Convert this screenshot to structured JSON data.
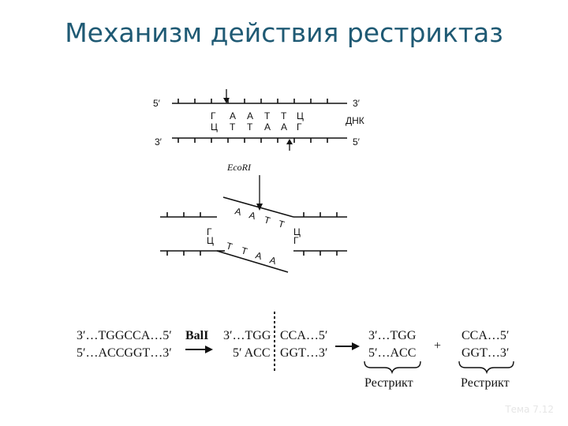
{
  "title": "Механизм действия рестриктаз",
  "dna": {
    "top_5": "5′",
    "top_3": "3′",
    "bot_3": "3′",
    "bot_5": "5′",
    "label": "ДНК",
    "top_bases": [
      "Г",
      "А",
      "А",
      "Т",
      "Т",
      "Ц"
    ],
    "bot_bases": [
      "Ц",
      "Т",
      "Т",
      "А",
      "А",
      "Г"
    ]
  },
  "enzyme": "EcoRI",
  "cut": {
    "left_top": "Г",
    "left_bot": "Ц",
    "right_top": "Ц",
    "right_bot": "Г",
    "overhang_top": [
      "А",
      "А",
      "Т",
      "Т"
    ],
    "overhang_bot": [
      "Т",
      "Т",
      "А",
      "А"
    ]
  },
  "ball": {
    "orig_top": "3′…TGGCCA…5′",
    "orig_bot": "5′…ACCGGT…3′",
    "enzyme": "BalI",
    "mid_top_left": "3′…TGG",
    "mid_top_right": "CCA…5′",
    "mid_bot_left": "5′ ACC",
    "mid_bot_right": "GGT…3′",
    "frag1_top": "3′…TGG",
    "frag1_bot": "5′…ACC",
    "plus": "+",
    "frag2_top": "CCA…5′",
    "frag2_bot": "GGT…3′",
    "label1": "Рестрикт",
    "label2": "Рестрикт"
  },
  "watermark": "Тема 7.12"
}
